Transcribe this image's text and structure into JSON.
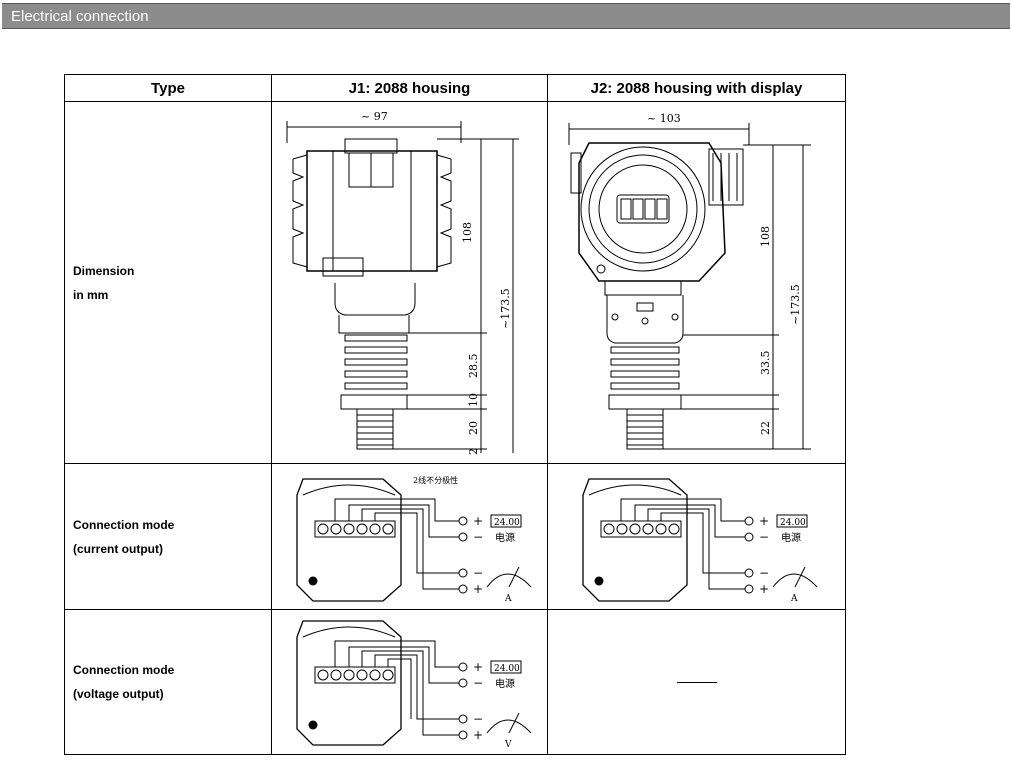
{
  "section": {
    "title": "Electrical connection"
  },
  "table": {
    "headers": [
      "Type",
      "J1: 2088 housing",
      "J2: 2088 housing with display"
    ],
    "rows": {
      "dimension": {
        "label_line1": "Dimension",
        "label_line2": "in mm"
      },
      "current": {
        "label_line1": "Connection mode",
        "label_line2": "(current output)"
      },
      "voltage": {
        "label_line1": "Connection mode",
        "label_line2": "(voltage output)",
        "j2_value": ""
      }
    }
  },
  "drawings": {
    "j1": {
      "width": "~ 97",
      "d1": "108",
      "d2": "~173.5",
      "d3": "28.5",
      "d4": "10",
      "d5": "20",
      "d6": "2"
    },
    "j2": {
      "width": "~ 103",
      "d1": "108",
      "d2": "~173.5",
      "d3": "33.5",
      "d4": "22"
    },
    "wiring": {
      "note": "2线不分极性",
      "supply_display": "24.00",
      "supply_label": "电源",
      "plus": "+",
      "minus": "−",
      "meter_a": "A",
      "meter_v": "V"
    }
  }
}
